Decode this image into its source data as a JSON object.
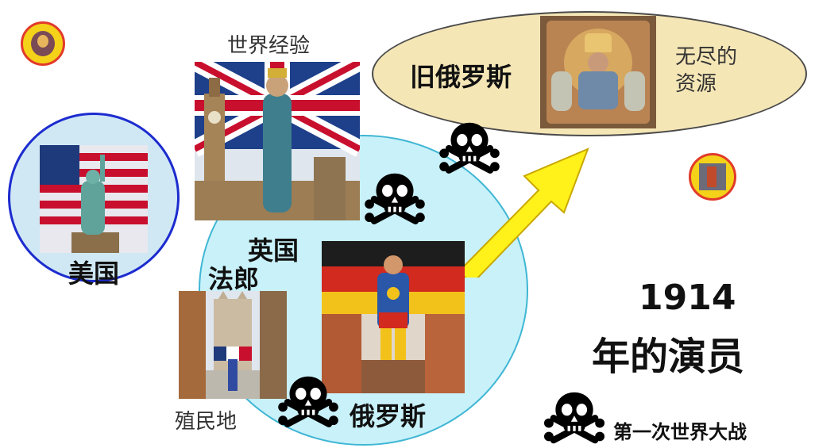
{
  "labels": {
    "world_experience": "世界经验",
    "old_russia": "旧俄罗斯",
    "endless_resources": "无尽的\n资源",
    "usa": "美国",
    "uk": "英国",
    "france": "法郎",
    "russia": "俄罗斯",
    "colonies": "殖民地",
    "year": "1914",
    "actors": "年的演员",
    "ww1": "第一次世界大战"
  },
  "colors": {
    "light_blue_circle": "#c8f1f9",
    "usa_circle_border": "#1d2ccf",
    "ellipse_fill": "#f5e6b6",
    "arrow_yellow": "#fff21a",
    "medallion_border": "#e23a2a"
  },
  "icons": [
    "skull-crossbones-icon",
    "medallion-icon"
  ]
}
